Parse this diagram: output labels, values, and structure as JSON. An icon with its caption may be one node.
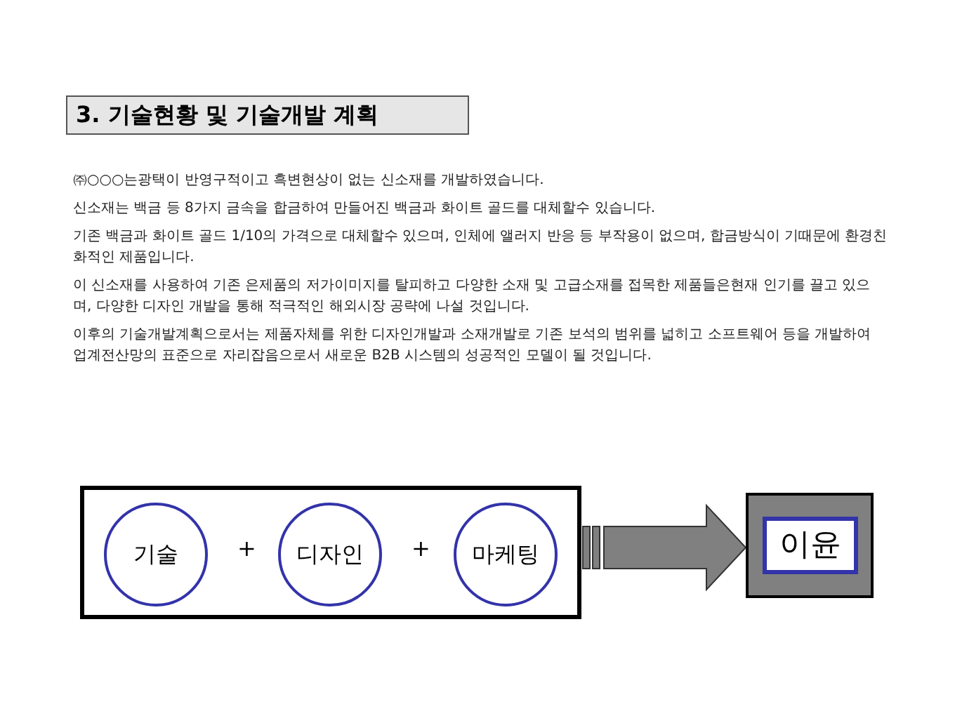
{
  "diagram": {
    "title": "3. 기술현황 및 기술개발 계획",
    "nodes": [
      {
        "text": [],
        "shape": "box"
      },
      {
        "text": [
          "기술"
        ],
        "in": 0
      },
      {
        "text": [
          "디자인"
        ],
        "in": 0
      },
      {
        "text": [
          "마케팅"
        ],
        "in": 0
      },
      {
        "text": [],
        "shape": "box"
      },
      {
        "text": [
          "이윤"
        ],
        "in": 4
      }
    ],
    "edges": [
      {
        "from": 0,
        "to": 4,
        "arrow": "to",
        "style": "thick"
      }
    ],
    "labels": [
      "㈜○○○는광택이 반영구적이고 흑변현상이 없는 신소재를 개발하였습니다.",
      "신소재는 백금 등 8가지 금속을 합금하여 만들어진 백금과 화이트 골드를 대체할수 있습니다.",
      "기존 백금과 화이트 골드 1/10의 가격으로 대체할수 있으며, 인체에 앨러지 반응 등 부작용이 없으며, 합금방식이 기때문에 환경친화적인 제품입니다.",
      "이 신소재를 사용하여 기존 은제품의 저가이미지를 탈피하고 다양한 소재 및 고급소재를 접목한 제품들은현재 인기를 끌고 있으며, 다양한 디자인 개발을 통해 적극적인 해외시장 공략에 나설 것입니다.",
      "이후의 기술개발계획으로서는 제품자체를 위한 디자인개발과 소재개발로 기존 보석의 범위를 넓히고 소프트웨어 등을 개발하여 업계전산망의 표준으로 자리잡음으로서 새로운 B2B 시스템의 성공적인 모델이 될 것입니다.",
      "+",
      "+"
    ]
  }
}
